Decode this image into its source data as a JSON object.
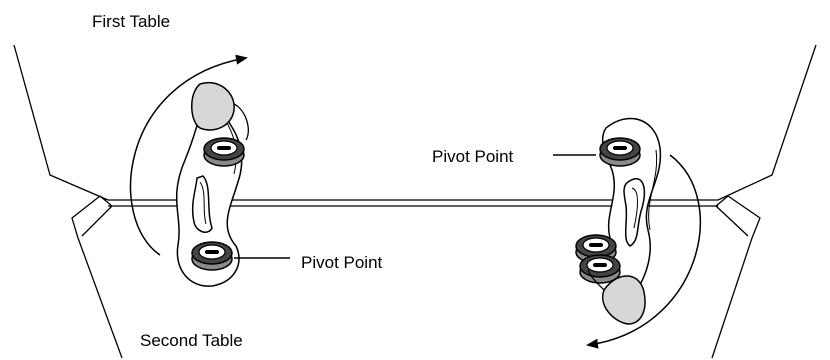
{
  "labels": {
    "first_table": "First Table",
    "second_table": "Second Table",
    "pivot_point_left": "Pivot Point",
    "pivot_point_right": "Pivot Point"
  },
  "colors": {
    "stroke": "#000000",
    "pad_gray": "#d7d7d7",
    "knob_dark": "#444444",
    "knob_mid": "#8a8a8a",
    "background": "#ffffff"
  },
  "icons": {
    "left_clip": "leg-clip-icon",
    "right_clip": "leg-clip-icon",
    "pivot_knob": "pivot-knob-icon",
    "rotation_arrow": "curved-arrow-icon"
  }
}
